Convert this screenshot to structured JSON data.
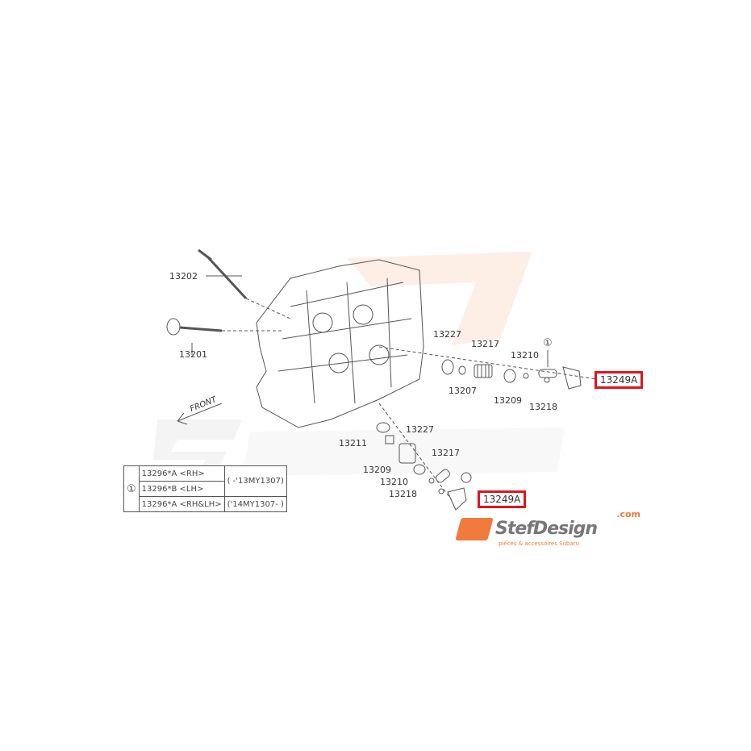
{
  "diagram": {
    "part_labels": [
      "13202",
      "13201",
      "13227",
      "13217",
      "13210",
      "13207",
      "13209",
      "13218",
      "13249A",
      "13227",
      "13211",
      "13217",
      "13209",
      "13210",
      "13218",
      "13249A"
    ],
    "callout_symbol": "①",
    "front_label": "FRONT",
    "highlight_color": "#e0141e"
  },
  "legend": {
    "symbol": "①",
    "rows": [
      {
        "part": "13296*A <RH>",
        "range": "( -'13MY1307)"
      },
      {
        "part": "13296*B <LH>"
      },
      {
        "part": "13296*A <RH&LH>",
        "range": "('14MY1307- )"
      }
    ]
  },
  "watermark": {
    "brand": "StefDesign",
    "domain": ".com",
    "tagline": "pièces & accessoires Subaru",
    "accent": "#f07a3c"
  }
}
